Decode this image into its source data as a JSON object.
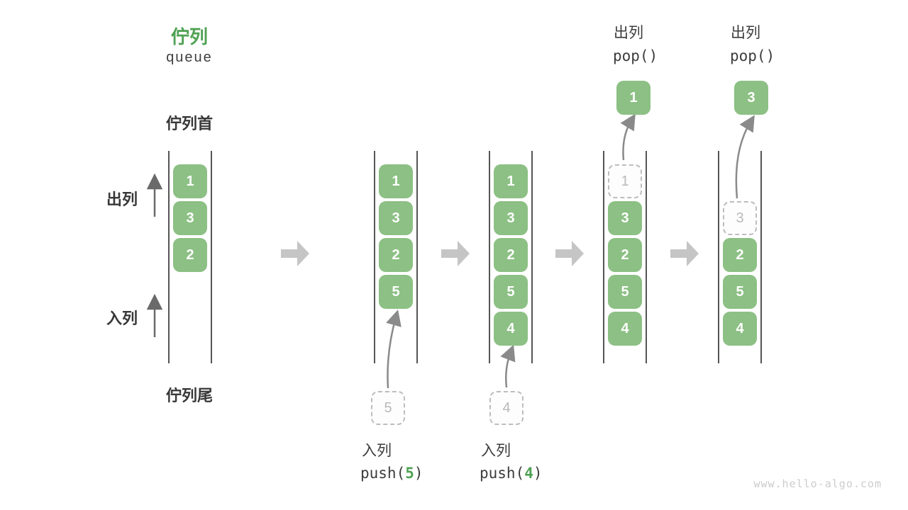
{
  "header": {
    "title_zh": "佇列",
    "title_en": "queue"
  },
  "labels": {
    "front": "佇列首",
    "rear": "佇列尾",
    "dequeue_side": "出列",
    "enqueue_side": "入列"
  },
  "colors": {
    "cell_green": "#8cc084",
    "accent_green": "#4fa153",
    "curved_arrow_gray": "#8a8a8a",
    "transition_arrow_gray": "#c5c5c5",
    "ghost_border_gray": "#bdbdbd"
  },
  "states": [
    {
      "name": "state-1-initial",
      "cells": [
        {
          "value": "1",
          "style": "green",
          "slot": 1
        },
        {
          "value": "3",
          "style": "green",
          "slot": 2
        },
        {
          "value": "2",
          "style": "green",
          "slot": 3
        }
      ]
    },
    {
      "name": "state-2-after-push-5",
      "cells": [
        {
          "value": "1",
          "style": "green",
          "slot": 1
        },
        {
          "value": "3",
          "style": "green",
          "slot": 2
        },
        {
          "value": "2",
          "style": "green",
          "slot": 3
        },
        {
          "value": "5",
          "style": "green",
          "slot": 4
        }
      ]
    },
    {
      "name": "state-3-after-push-4",
      "cells": [
        {
          "value": "1",
          "style": "green",
          "slot": 1
        },
        {
          "value": "3",
          "style": "green",
          "slot": 2
        },
        {
          "value": "2",
          "style": "green",
          "slot": 3
        },
        {
          "value": "5",
          "style": "green",
          "slot": 4
        },
        {
          "value": "4",
          "style": "green",
          "slot": 5
        }
      ]
    },
    {
      "name": "state-4-after-pop-1",
      "cells": [
        {
          "value": "1",
          "style": "ghost",
          "slot": 1
        },
        {
          "value": "3",
          "style": "green",
          "slot": 2
        },
        {
          "value": "2",
          "style": "green",
          "slot": 3
        },
        {
          "value": "5",
          "style": "green",
          "slot": 4
        },
        {
          "value": "4",
          "style": "green",
          "slot": 5
        }
      ]
    },
    {
      "name": "state-5-after-pop-3",
      "cells": [
        {
          "value": "3",
          "style": "ghost",
          "slot": 2
        },
        {
          "value": "2",
          "style": "green",
          "slot": 3
        },
        {
          "value": "5",
          "style": "green",
          "slot": 4
        },
        {
          "value": "4",
          "style": "green",
          "slot": 5
        }
      ]
    }
  ],
  "push_ops": [
    {
      "label": "入列",
      "code_prefix": "push(",
      "code_arg": "5",
      "code_suffix": ")",
      "ghost_value": "5"
    },
    {
      "label": "入列",
      "code_prefix": "push(",
      "code_arg": "4",
      "code_suffix": ")",
      "ghost_value": "4"
    }
  ],
  "pop_ops": [
    {
      "label": "出列",
      "code": "pop()",
      "popped_value": "1"
    },
    {
      "label": "出列",
      "code": "pop()",
      "popped_value": "3"
    }
  ],
  "watermark": "www.hello-algo.com"
}
